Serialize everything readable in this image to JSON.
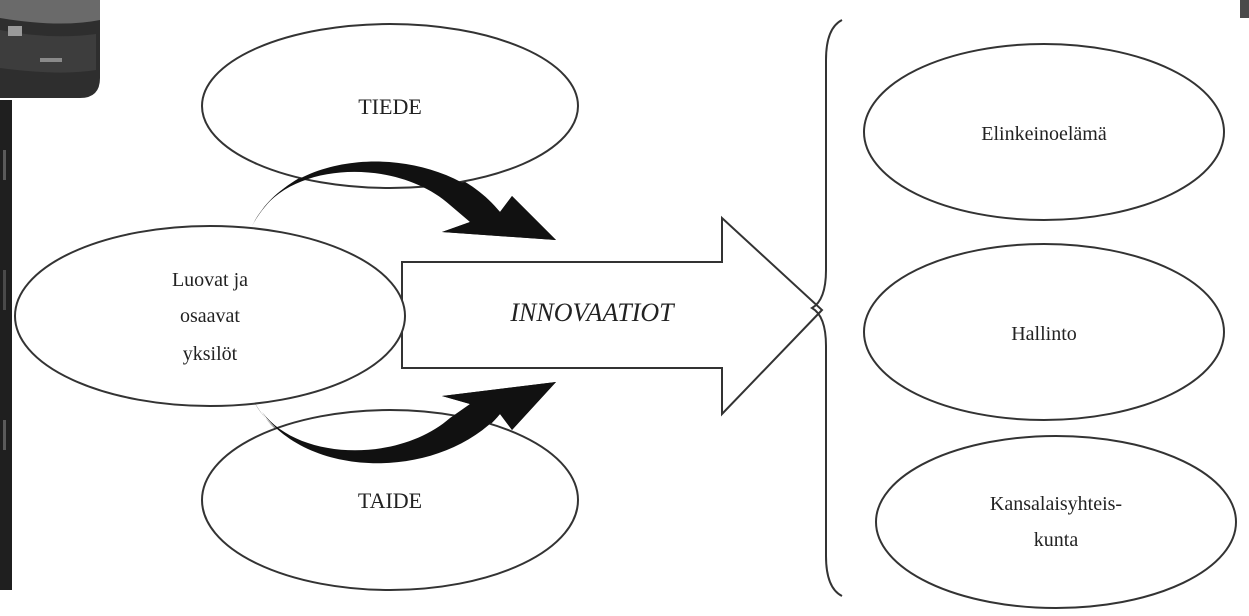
{
  "diagram": {
    "nodes": {
      "science": {
        "label": "TIEDE"
      },
      "art": {
        "label": "TAIDE"
      },
      "individuals": {
        "lines": [
          "Luovat ja",
          "osaavat",
          "yksilöt"
        ]
      },
      "business": {
        "label": "Elinkeinoelämä"
      },
      "administration": {
        "label": "Hallinto"
      },
      "civil_society": {
        "lines": [
          "Kansalaisyhteis-",
          "kunta"
        ]
      }
    },
    "main_arrow": {
      "label": "INNOVAATIOT"
    }
  },
  "colors": {
    "stroke": "#333333",
    "curved_arrow_fill": "#111111",
    "photo_dark": "#2b2b2b"
  }
}
